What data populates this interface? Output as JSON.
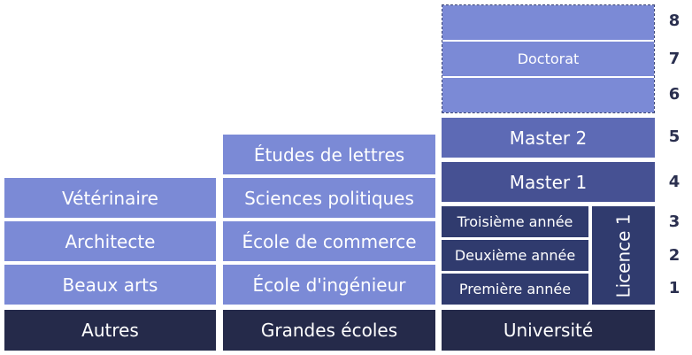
{
  "columns": {
    "autres": {
      "base_label": "Autres",
      "items": [
        "Vétérinaire",
        "Architecte",
        "Beaux arts"
      ]
    },
    "grandes_ecoles": {
      "base_label": "Grandes écoles",
      "items": [
        "Études de lettres",
        "Sciences politiques",
        "École de commerce",
        "École d'ingénieur"
      ]
    },
    "universite": {
      "base_label": "Université",
      "doctorat": "Doctorat",
      "master2": "Master 2",
      "master1": "Master 1",
      "licence": "Licence 1",
      "licence_years": [
        "Troisième année",
        "Deuxième année",
        "Première année"
      ]
    }
  },
  "year_numbers": [
    "8",
    "7",
    "6",
    "5",
    "4",
    "3",
    "2",
    "1"
  ],
  "colors": {
    "light": "#7b8ad6",
    "mid": "#5d6ab5",
    "deep": "#465193",
    "licence": "#303b6e",
    "base": "#252a4a",
    "numbers": "#2a2f4f"
  }
}
